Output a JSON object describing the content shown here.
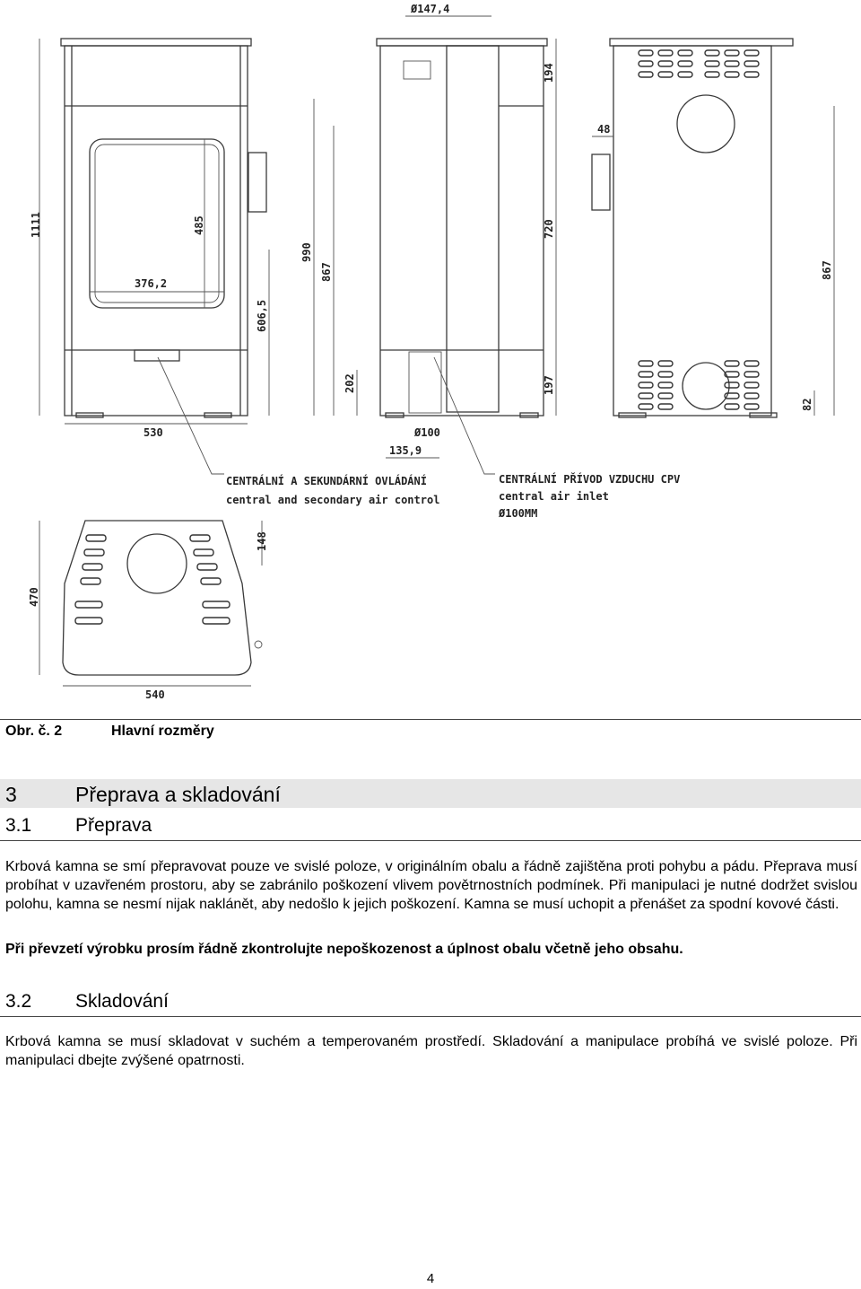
{
  "drawing": {
    "dims": {
      "d1": "Ø147,4",
      "d2": "1111",
      "d3": "485",
      "d4": "376,2",
      "d5": "606,5",
      "d6": "530",
      "d7": "990",
      "d8": "867",
      "d9": "202",
      "d10": "Ø100",
      "d11": "135,9",
      "d12": "194",
      "d13": "720",
      "d14": "197",
      "d15": "48",
      "d16": "867",
      "d17": "82",
      "d18": "470",
      "d19": "148",
      "d20": "540"
    },
    "labels": {
      "air_control_cz": "CENTRÁLNÍ A SEKUNDÁRNÍ OVLÁDÁNÍ",
      "air_control_en": "central and secondary air control",
      "air_inlet_cz": "CENTRÁLNÍ PŘÍVOD VZDUCHU CPV",
      "air_inlet_en": "central air inlet",
      "air_inlet_dia": "Ø100MM"
    }
  },
  "caption": {
    "number": "Obr. č. 2",
    "title": "Hlavní rozměry"
  },
  "section3": {
    "number": "3",
    "title": "Přeprava a skladování"
  },
  "section31": {
    "number": "3.1",
    "title": "Přeprava",
    "p1": "Krbová kamna se smí přepravovat pouze ve svislé poloze, v originálním obalu a řádně zajištěna proti pohybu a pádu. Přeprava musí probíhat v uzavřeném prostoru, aby se zabránilo poškození vlivem povětrnostních podmínek. Při manipulaci je nutné dodržet svislou polohu, kamna se nesmí nijak naklánět, aby nedošlo k jejich poškození. Kamna se musí uchopit a přenášet za spodní kovové části.",
    "p2": "Při převzetí výrobku prosím řádně zkontrolujte nepoškozenost a úplnost obalu včetně jeho obsahu."
  },
  "section32": {
    "number": "3.2",
    "title": "Skladování",
    "p1": "Krbová kamna se musí skladovat v suchém a temperovaném prostředí. Skladování a manipulace probíhá ve svislé poloze. Při manipulaci dbejte zvýšené opatrnosti."
  },
  "page_number": "4"
}
